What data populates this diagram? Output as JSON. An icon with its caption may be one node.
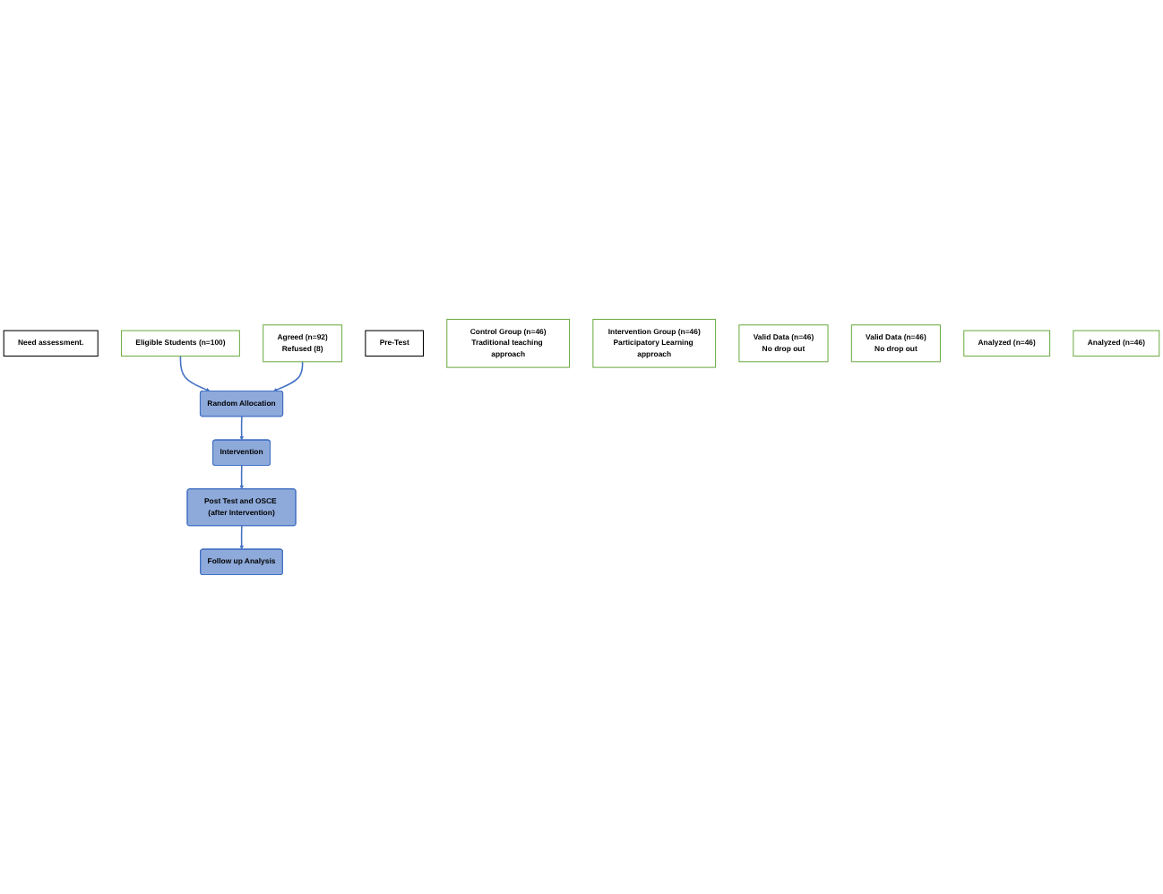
{
  "diagram": {
    "nodes": [
      {
        "text": [
          "Need assessment."
        ]
      },
      {
        "text": [
          "Eligible Students (n=100)"
        ]
      },
      {
        "text": [
          "Agreed (n=92)",
          "Refused (8)"
        ]
      },
      {
        "text": [
          "Pre-Test"
        ]
      },
      {
        "text": [
          "Random Allocation"
        ]
      },
      {
        "text": [
          "Control Group (n=46)",
          "Traditional teaching approach"
        ]
      },
      {
        "text": [
          "Intervention Group (n=46)",
          "Participatory Learning approach"
        ]
      },
      {
        "text": [
          "Intervention"
        ]
      },
      {
        "text": [
          "Valid Data (n=46)",
          "No drop out"
        ]
      },
      {
        "text": [
          "Post Test and OSCE (after Intervention)"
        ]
      },
      {
        "text": [
          "Valid Data (n=46)",
          "No drop out"
        ]
      },
      {
        "text": [
          "Analyzed (n=46)"
        ]
      },
      {
        "text": [
          "Follow up Analysis"
        ]
      },
      {
        "text": [
          "Analyzed (n=46)"
        ]
      }
    ],
    "edges": [
      {
        "from": 1,
        "to": 4,
        "arrow": "to"
      },
      {
        "from": 2,
        "to": 4,
        "arrow": "to"
      },
      {
        "from": 4,
        "to": 7,
        "arrow": "to"
      },
      {
        "from": 7,
        "to": 9,
        "arrow": "to"
      },
      {
        "from": 9,
        "to": 12,
        "arrow": "to"
      }
    ]
  }
}
